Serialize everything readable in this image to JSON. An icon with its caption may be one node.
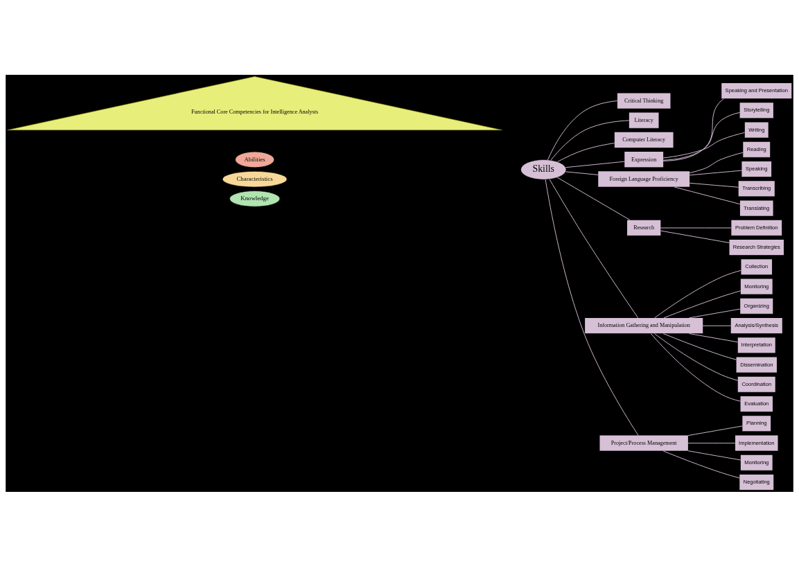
{
  "diagram": {
    "nodes": [
      {
        "text": [
          "Functional Core Competencies for Intelligence Analysts"
        ]
      },
      {
        "text": [
          "Abilities"
        ]
      },
      {
        "text": [
          "Characteristics"
        ]
      },
      {
        "text": [
          "Knowledge"
        ]
      },
      {
        "text": [
          "Skills"
        ]
      },
      {
        "text": [
          "Critical Thinking"
        ]
      },
      {
        "text": [
          "Literacy"
        ]
      },
      {
        "text": [
          "Computer Literacy"
        ]
      },
      {
        "text": [
          "Expression"
        ]
      },
      {
        "text": [
          "Speaking and Presentation"
        ]
      },
      {
        "text": [
          "Storytelling"
        ]
      },
      {
        "text": [
          "Writing"
        ]
      },
      {
        "text": [
          "Foreign Language Proficiency"
        ]
      },
      {
        "text": [
          "Reading"
        ]
      },
      {
        "text": [
          "Speaking"
        ]
      },
      {
        "text": [
          "Transcribing"
        ]
      },
      {
        "text": [
          "Translating"
        ]
      },
      {
        "text": [
          "Research"
        ]
      },
      {
        "text": [
          "Problem Definition"
        ]
      },
      {
        "text": [
          "Research Strategies"
        ]
      },
      {
        "text": [
          "Information Gathering and Manipulation"
        ]
      },
      {
        "text": [
          "Collection"
        ]
      },
      {
        "text": [
          "Monitoring"
        ]
      },
      {
        "text": [
          "Organizing"
        ]
      },
      {
        "text": [
          "Analysis/Synthesis"
        ]
      },
      {
        "text": [
          "Interpretation"
        ]
      },
      {
        "text": [
          "Dissemination"
        ]
      },
      {
        "text": [
          "Coordination"
        ]
      },
      {
        "text": [
          "Evaluation"
        ]
      },
      {
        "text": [
          "Project/Process Management"
        ]
      },
      {
        "text": [
          "Planning"
        ]
      },
      {
        "text": [
          "Implementation"
        ]
      },
      {
        "text": [
          "Monitoring"
        ]
      },
      {
        "text": [
          "Negotiating"
        ]
      }
    ],
    "edges": [
      {
        "from": 4,
        "to": 5,
        "arrow": "none"
      },
      {
        "from": 4,
        "to": 6,
        "arrow": "none"
      },
      {
        "from": 4,
        "to": 7,
        "arrow": "none"
      },
      {
        "from": 4,
        "to": 8,
        "arrow": "none"
      },
      {
        "from": 8,
        "to": 9,
        "arrow": "none"
      },
      {
        "from": 8,
        "to": 10,
        "arrow": "none"
      },
      {
        "from": 8,
        "to": 11,
        "arrow": "none"
      },
      {
        "from": 4,
        "to": 12,
        "arrow": "none"
      },
      {
        "from": 12,
        "to": 13,
        "arrow": "none"
      },
      {
        "from": 12,
        "to": 14,
        "arrow": "none"
      },
      {
        "from": 12,
        "to": 15,
        "arrow": "none"
      },
      {
        "from": 12,
        "to": 16,
        "arrow": "none"
      },
      {
        "from": 4,
        "to": 17,
        "arrow": "none"
      },
      {
        "from": 17,
        "to": 18,
        "arrow": "none"
      },
      {
        "from": 17,
        "to": 19,
        "arrow": "none"
      },
      {
        "from": 4,
        "to": 20,
        "arrow": "none"
      },
      {
        "from": 20,
        "to": 21,
        "arrow": "none"
      },
      {
        "from": 20,
        "to": 22,
        "arrow": "none"
      },
      {
        "from": 20,
        "to": 23,
        "arrow": "none"
      },
      {
        "from": 20,
        "to": 24,
        "arrow": "none"
      },
      {
        "from": 20,
        "to": 25,
        "arrow": "none"
      },
      {
        "from": 20,
        "to": 26,
        "arrow": "none"
      },
      {
        "from": 20,
        "to": 27,
        "arrow": "none"
      },
      {
        "from": 20,
        "to": 28,
        "arrow": "none"
      },
      {
        "from": 4,
        "to": 29,
        "arrow": "none"
      },
      {
        "from": 29,
        "to": 30,
        "arrow": "none"
      },
      {
        "from": 29,
        "to": 31,
        "arrow": "none"
      },
      {
        "from": 29,
        "to": 32,
        "arrow": "none"
      },
      {
        "from": 29,
        "to": 33,
        "arrow": "none"
      }
    ]
  }
}
